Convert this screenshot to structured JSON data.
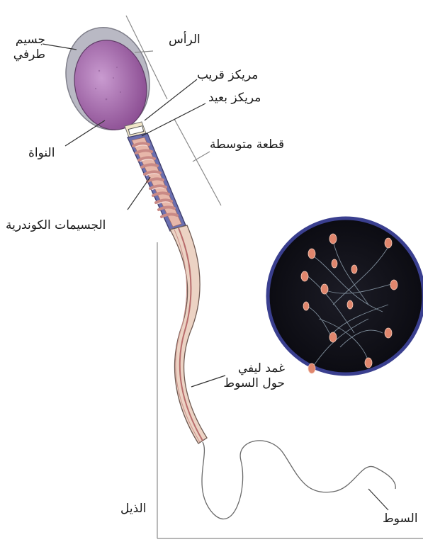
{
  "labels": {
    "acrosome_line1": "جسيم",
    "acrosome_line2": "طرفي",
    "nucleus": "النواة",
    "head": "الرأس",
    "proximal_centriole": "مريكز قريب",
    "distal_centriole": "مريكز بعيد",
    "midpiece": "قطعة متوسطة",
    "mitochondria": "الجسيمات الكوندرية",
    "sheath_line1": "غمد ليفي",
    "sheath_line2": "حول السوط",
    "tail": "الذيل",
    "flagellum": "السوط"
  },
  "colors": {
    "nucleus_fill": "#a86aa8",
    "acrosome_fill": "#b9b9c4",
    "midpiece_fill": "#e7b7aa",
    "mitochondria_coil": "#c98a86",
    "tail_fill": "#ecd3c4",
    "tail_stripe": "#b86c6c",
    "microscope_bg": "#0f0f18",
    "microscope_ring": "#3a3f8f",
    "sperm_head": "#e0866d"
  }
}
